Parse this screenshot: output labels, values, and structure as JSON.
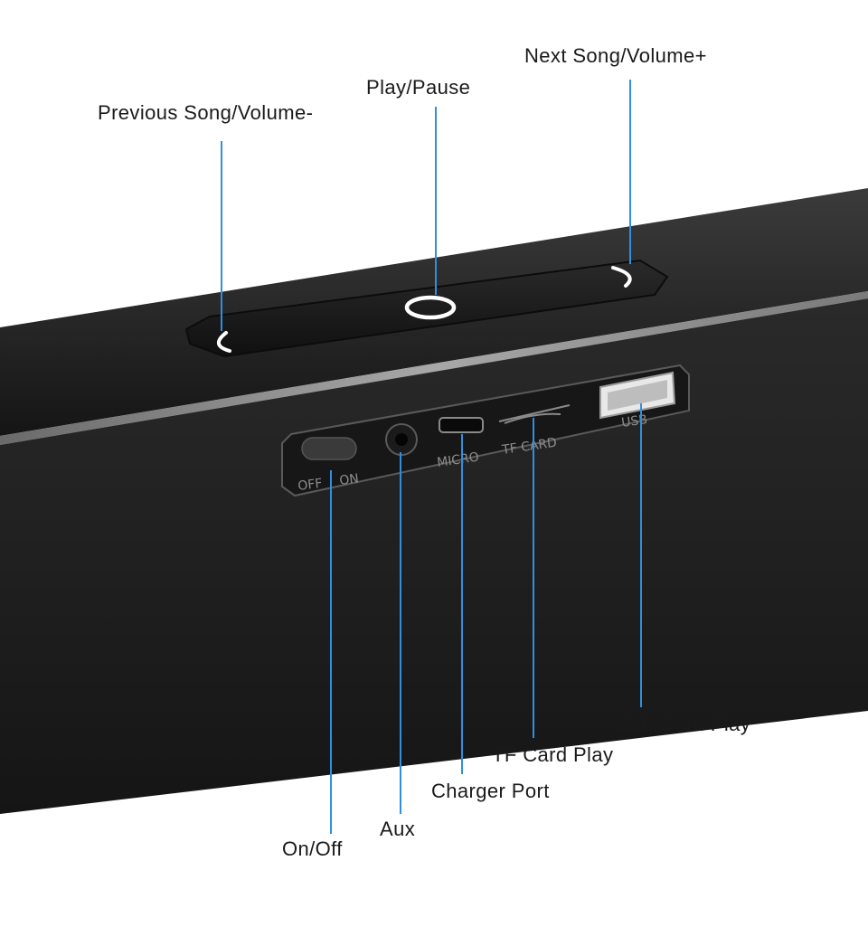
{
  "labels": {
    "previous_song": "Previous Song/Volume-",
    "play_pause": "Play/Pause",
    "next_song": "Next Song/Volume+",
    "usb_card_play": "USB Card Play",
    "tf_card_play": "TF Card Play",
    "charger_port": "Charger Port",
    "aux": "Aux",
    "on_off": "On/Off"
  },
  "panel_text": {
    "off": "OFF",
    "on": "ON",
    "micro": "MICRO",
    "tf_card": "TF CARD",
    "usb": "USB"
  },
  "colors": {
    "callout_line": "#2f8fe0",
    "body_dark": "#1c1c1c",
    "text": "#1a1a1a"
  }
}
